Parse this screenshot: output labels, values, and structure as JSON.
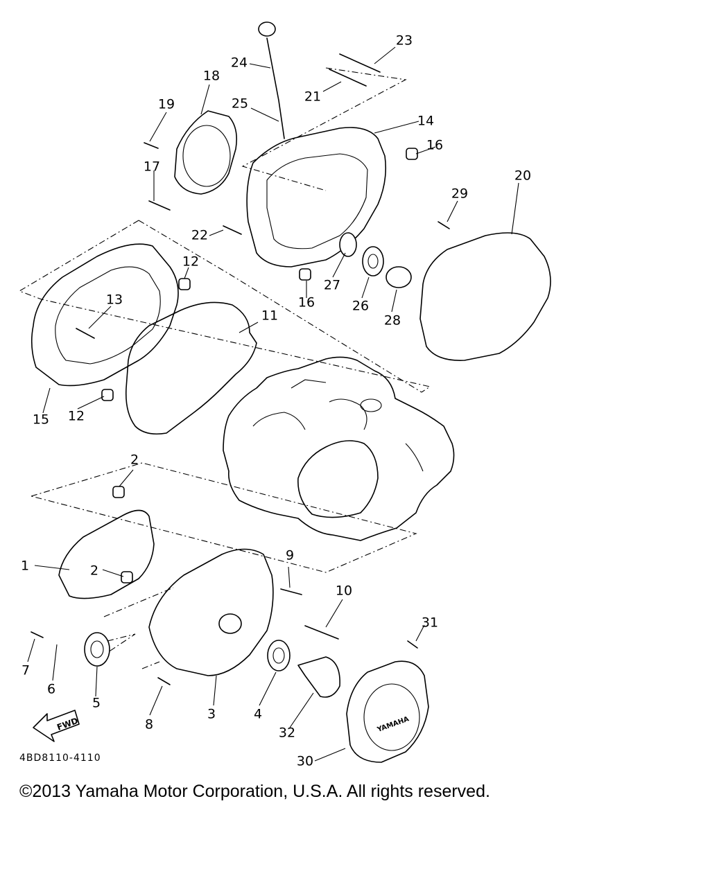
{
  "diagram": {
    "part_numbers": [
      "1",
      "2",
      "2",
      "3",
      "4",
      "5",
      "6",
      "7",
      "8",
      "9",
      "10",
      "11",
      "12",
      "12",
      "13",
      "14",
      "15",
      "16",
      "16",
      "17",
      "18",
      "19",
      "20",
      "21",
      "22",
      "23",
      "24",
      "25",
      "26",
      "27",
      "28",
      "29",
      "30",
      "31",
      "32"
    ],
    "diagram_code": "4BD8110-4110",
    "fwd_label": "FWD",
    "cover_brand": "YAMAHA"
  },
  "footer": {
    "copyright": "©2013 Yamaha Motor Corporation, U.S.A. All rights reserved."
  }
}
